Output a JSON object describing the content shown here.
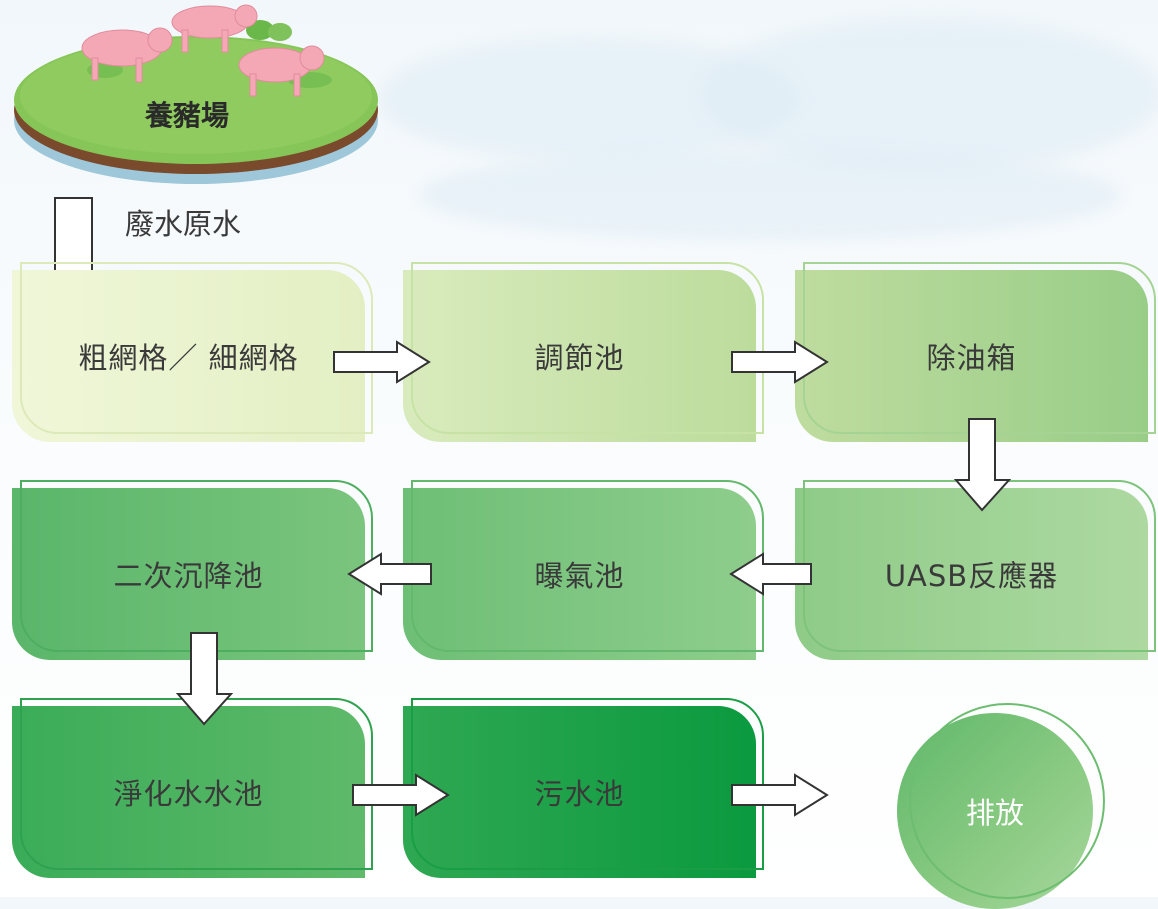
{
  "farm": {
    "label": "養豬場"
  },
  "raw_water": {
    "label": "廢水原水"
  },
  "steps": {
    "screens": "粗網格／ 細網格",
    "equalization": "調節池",
    "oil_removal": "除油箱",
    "uasb": "UASB反應器",
    "aeration": "曝氣池",
    "secondary_settling": "二次沉降池",
    "purified_pool": "淨化水水池",
    "sewage_pool": "污水池",
    "discharge": "排放"
  },
  "colors": {
    "row1_light": "#eaf3cf",
    "row1_mid": "#cfe5b0",
    "row1_dark": "#a9d594",
    "row2": "#74c079",
    "row3": "#2fa54e",
    "accent_dark": "#0e9a3f"
  }
}
